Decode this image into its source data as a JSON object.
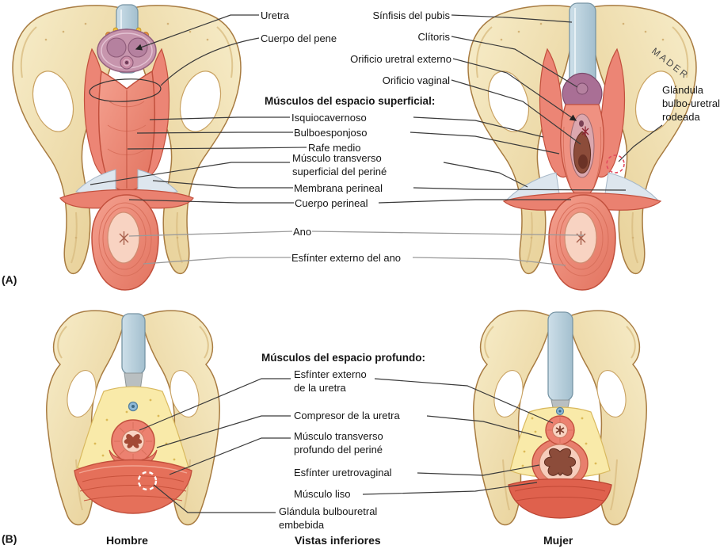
{
  "figure": {
    "panel_a_tag": "(A)",
    "panel_b_tag": "(B)",
    "caption_male": "Hombre",
    "caption_center": "Vistas inferiores",
    "caption_female": "Mujer",
    "artist_signature": "MADER"
  },
  "panel_a": {
    "header": "Músculos del espacio superficial:",
    "labels": {
      "uretra": "Uretra",
      "cuerpo_del_pene": "Cuerpo del pene",
      "sinfisis_del_pubis": "Sínfisis del pubis",
      "clitoris": "Clítoris",
      "orificio_uretral_externo": "Orificio uretral externo",
      "orificio_vaginal": "Orificio vaginal",
      "isquiocavernoso": "Isquiocavernoso",
      "bulboesponjoso": "Bulboesponjoso",
      "rafe_medio": "Rafe medio",
      "musculo_transverso_superficial": "Músculo transverso superficial del periné",
      "membrana_perineal": "Membrana perineal",
      "cuerpo_perineal": "Cuerpo perineal",
      "ano": "Ano",
      "esfinter_externo_del_ano": "Esfínter externo del ano",
      "glandula_bulbouretral_rodeada": "Glándula bulbo-uretral rodeada"
    }
  },
  "panel_b": {
    "header": "Músculos del espacio profundo:",
    "labels": {
      "esfinter_externo_de_la_uretra": "Esfínter externo de la uretra",
      "compresor_de_la_uretra": "Compresor de la uretra",
      "musculo_transverso_profundo": "Músculo transverso profundo del periné",
      "esfinter_uretrovaginal": "Esfínter uretrovaginal",
      "musculo_liso": "Músculo liso",
      "glandula_bulbouretral_embebida": "Glándula bulbouretral embebida"
    }
  },
  "colors": {
    "bone": "#ecd7a2",
    "bone_outline": "#a87c42",
    "muscle": "#ef9181",
    "muscle_dark": "#c2503d",
    "cartilage_blue": "#b8cfdc",
    "fat_yellow": "#f9eaa9",
    "perineal_membrane": "#dde6ee",
    "mucosa_pink": "#f8d3c2",
    "gland_marker_red": "#e24b5e",
    "leader_dark": "#3a3a3a",
    "leader_gray": "#9a9a9a"
  }
}
